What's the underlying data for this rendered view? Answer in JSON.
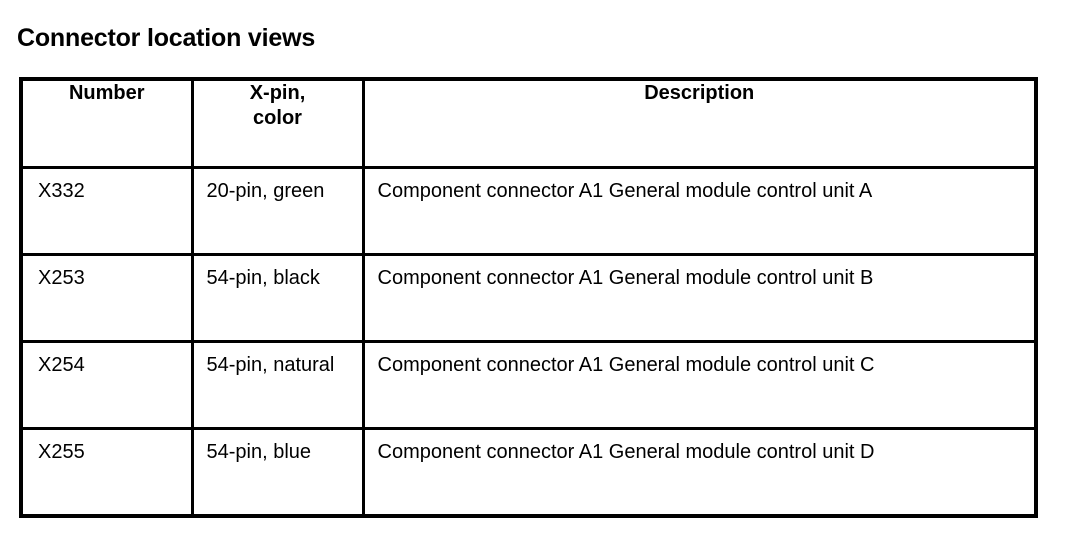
{
  "document": {
    "title": "Connector location views"
  },
  "table": {
    "headers": {
      "number": "Number",
      "xpin_line1": "X-pin,",
      "xpin_line2": "color",
      "description": "Description"
    },
    "rows": [
      {
        "number": "X332",
        "xpin_color": "20-pin, green",
        "description": "Component connector A1 General module control unit A"
      },
      {
        "number": "X253",
        "xpin_color": "54-pin, black",
        "description": "Component connector A1 General module control unit B"
      },
      {
        "number": "X254",
        "xpin_color": "54-pin, natural",
        "description": "Component connector A1 General module control unit C"
      },
      {
        "number": "X255",
        "xpin_color": "54-pin, blue",
        "description": "Component connector A1 General module control unit D"
      }
    ]
  },
  "colors": {
    "text": "#000000",
    "background": "#ffffff",
    "border": "#000000"
  }
}
